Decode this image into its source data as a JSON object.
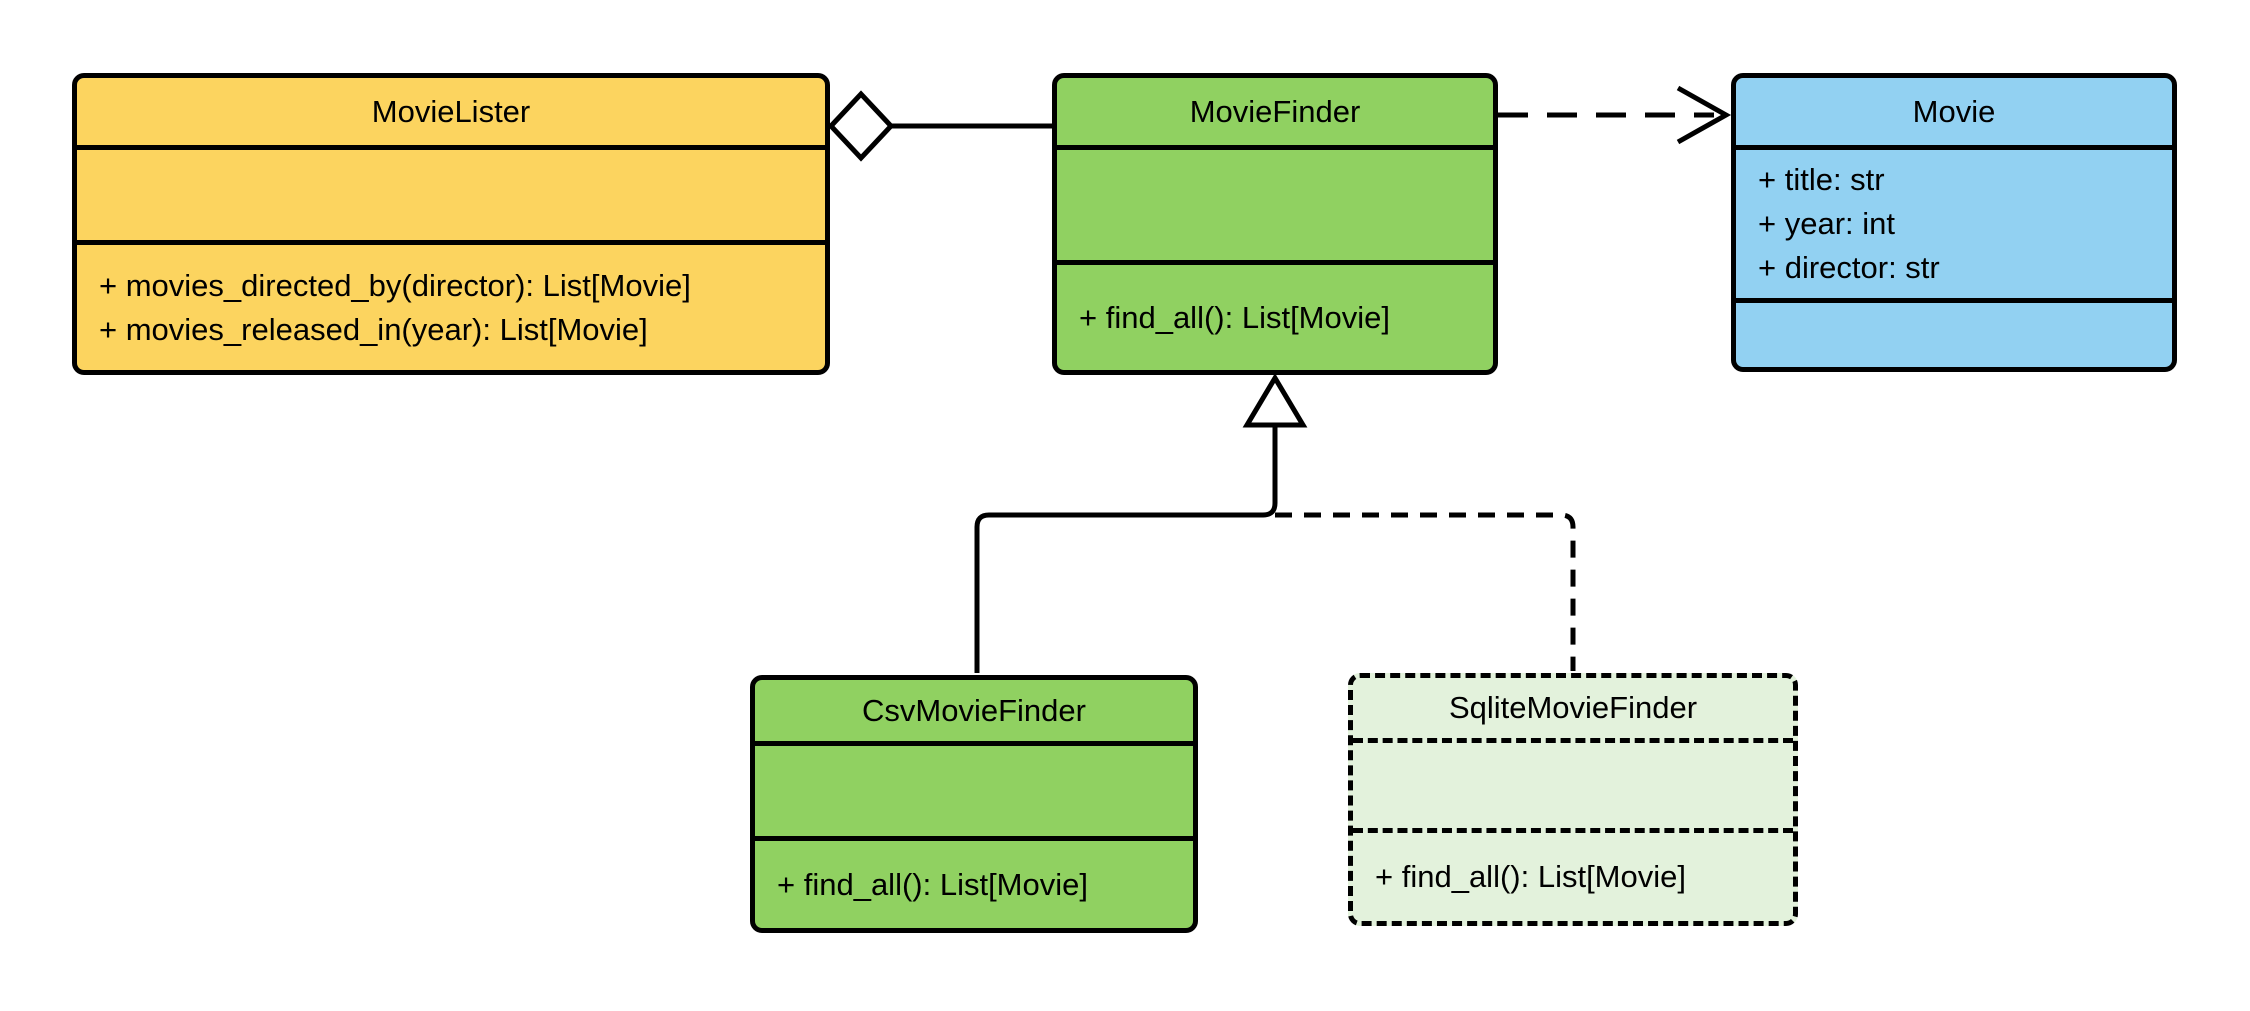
{
  "colors": {
    "background": "#ffffff",
    "line_color": "#000000",
    "fill_yellow": "#fcd45f",
    "fill_green": "#90d161",
    "fill_light_green": "#e3f2dc",
    "fill_blue": "#92d1f2"
  },
  "classes": {
    "movie_lister": {
      "name": "MovieLister",
      "attributes": [],
      "methods": [
        "+ movies_directed_by(director): List[Movie]",
        "+ movies_released_in(year): List[Movie]"
      ]
    },
    "movie_finder": {
      "name": "MovieFinder",
      "attributes": [],
      "methods": [
        "+ find_all(): List[Movie]"
      ]
    },
    "movie": {
      "name": "Movie",
      "attributes": [
        "+ title: str",
        "+ year: int",
        "+ director: str"
      ],
      "methods": []
    },
    "csv_movie_finder": {
      "name": "CsvMovieFinder",
      "attributes": [],
      "methods": [
        "+ find_all(): List[Movie]"
      ]
    },
    "sqlite_movie_finder": {
      "name": "SqliteMovieFinder",
      "attributes": [],
      "methods": [
        "+ find_all(): List[Movie]"
      ]
    }
  },
  "relationships": [
    {
      "type": "aggregation",
      "from": "MovieLister",
      "to": "MovieFinder",
      "style": "solid"
    },
    {
      "type": "dependency",
      "from": "MovieFinder",
      "to": "Movie",
      "style": "dashed"
    },
    {
      "type": "generalization",
      "from": "CsvMovieFinder",
      "to": "MovieFinder",
      "style": "solid"
    },
    {
      "type": "generalization",
      "from": "SqliteMovieFinder",
      "to": "MovieFinder",
      "style": "dashed"
    }
  ]
}
